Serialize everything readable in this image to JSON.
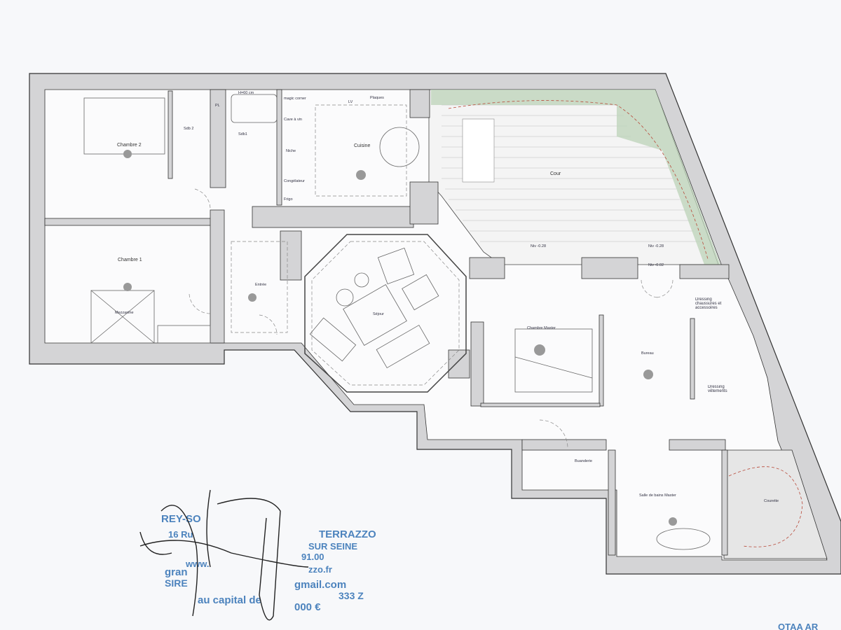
{
  "plan": {
    "rooms": {
      "chambre2": "Chambre 2",
      "sdb2": "Sdb 2",
      "sdb1": "Sdb1",
      "bath_height": "H=60 cm",
      "magic_corner": "magic corner",
      "cave": "Cave à vin",
      "niche": "Niche",
      "congelateur": "Congélateur",
      "frigo": "Frigo",
      "cuisine": "Cuisine",
      "plaques": "Plaques",
      "lv": "LV",
      "pl": "PL",
      "cour": "Cour",
      "niv1": "Niv -0.28",
      "niv2": "Niv -0.28",
      "niv3": "Niv -0.02",
      "chambre1": "Chambre 1",
      "mezzanine": "Mezzanine",
      "entree": "Entrée",
      "sejour": "Séjour",
      "chambre_master": "Chambre Master",
      "bureau": "Bureau",
      "dressing1": "Dressing chaussures et accessoires",
      "dressing2": "Dressing vêtements",
      "buanderie": "Buanderie",
      "sdb_master": "Salle de bains Master",
      "courette": "Courette"
    }
  },
  "stamp": {
    "line1": "REY-SO",
    "line1b": "TERRAZZO",
    "line2": "16 Ru",
    "line2b": "SUR SEINE",
    "line3": "91.00",
    "line4": "www.",
    "line4b": "zzo.fr",
    "line5": "gran",
    "line5b": "gmail.com",
    "line6": "SIRE",
    "line6b": "333 Z",
    "line7": "au capital de",
    "line7b": "000 €",
    "signature": "handwritten signature"
  },
  "footer_fragment": "OTAA AR",
  "colors": {
    "wall": "#d4d4d6",
    "stamp": "#2f6fb3",
    "accent_red": "#b84a3a",
    "planting": "#bcd3b8"
  }
}
